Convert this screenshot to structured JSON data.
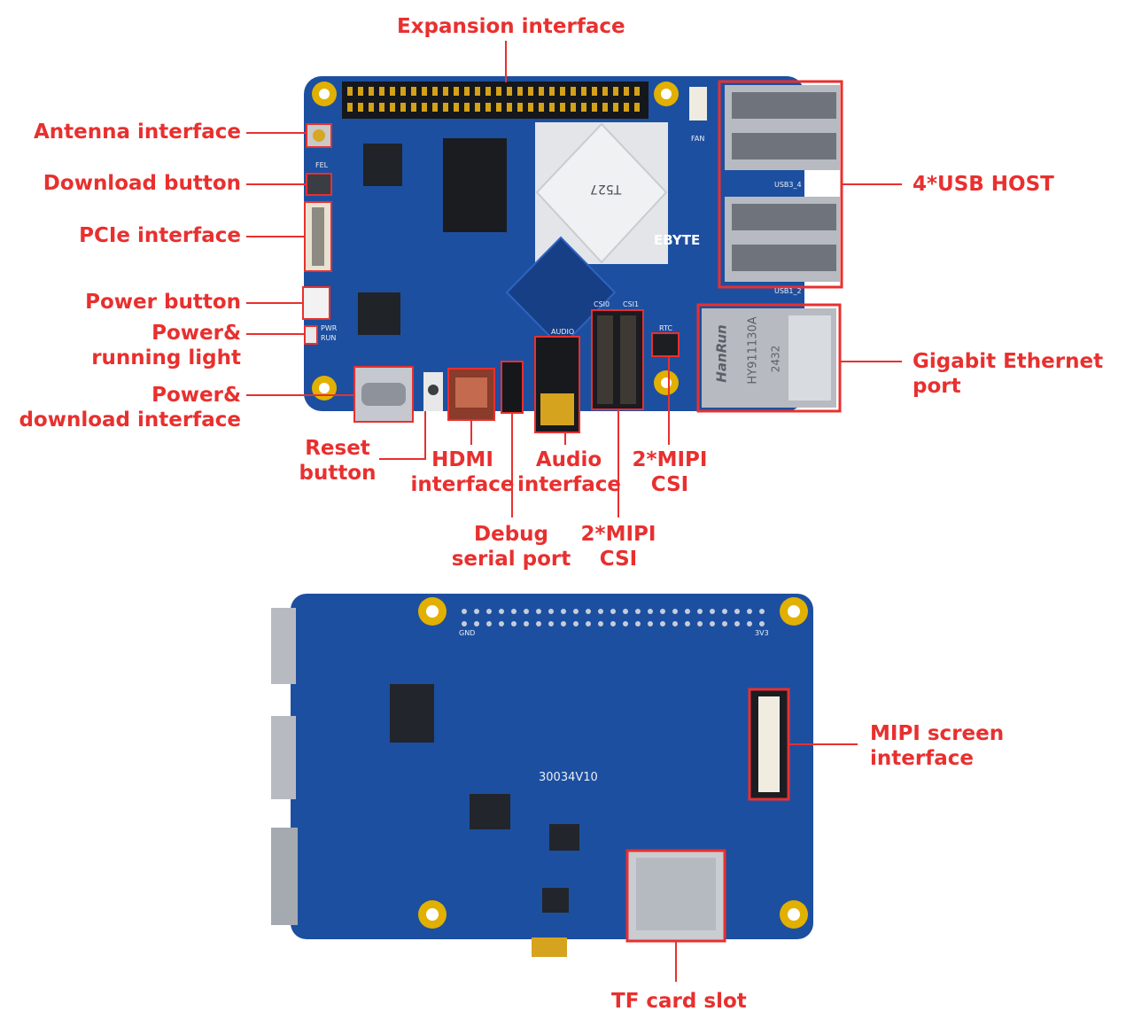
{
  "colors": {
    "callout": "#e8302f",
    "pcb": "#1d4fa0",
    "pcb_dark": "#173f86",
    "gold": "#e1b000",
    "metal": "#b8bcc2"
  },
  "callouts": {
    "expansion": "Expansion interface",
    "antenna": "Antenna interface",
    "download_button": "Download button",
    "pcie": "PCIe interface",
    "power_button": "Power button",
    "power_light_1": "Power&",
    "power_light_2": "running light",
    "power_download_1": "Power&",
    "power_download_2": "download interface",
    "reset_1": "Reset",
    "reset_2": "button",
    "hdmi_1": "HDMI",
    "hdmi_2": "interface",
    "audio_1": "Audio",
    "audio_2": "interface",
    "csi_a_1": "2*MIPI",
    "csi_a_2": "CSI",
    "debug_1": "Debug",
    "debug_2": "serial port",
    "csi_b_1": "2*MIPI",
    "csi_b_2": "CSI",
    "usb": "4*USB HOST",
    "ethernet_1": "Gigabit Ethernet",
    "ethernet_2": "port",
    "mipi_screen_1": "MIPI screen",
    "mipi_screen_2": "interface",
    "tf_card": "TF card slot"
  },
  "board_markings": {
    "soc": "T527",
    "brand": "EBYTE",
    "fel": "FEL",
    "pwr": "PWR",
    "run": "RUN",
    "usb34": "USB3_4",
    "usb12": "USB1_2",
    "csi0": "CSI0",
    "csi1": "CSI1",
    "audio": "AUDIO",
    "rtc": "RTC",
    "eth_brand": "HanRun",
    "eth_model": "HY911130A",
    "eth_code": "2432",
    "fan": "FAN",
    "back_rev": "30034V10",
    "gnd": "GND",
    "v33": "3V3"
  }
}
